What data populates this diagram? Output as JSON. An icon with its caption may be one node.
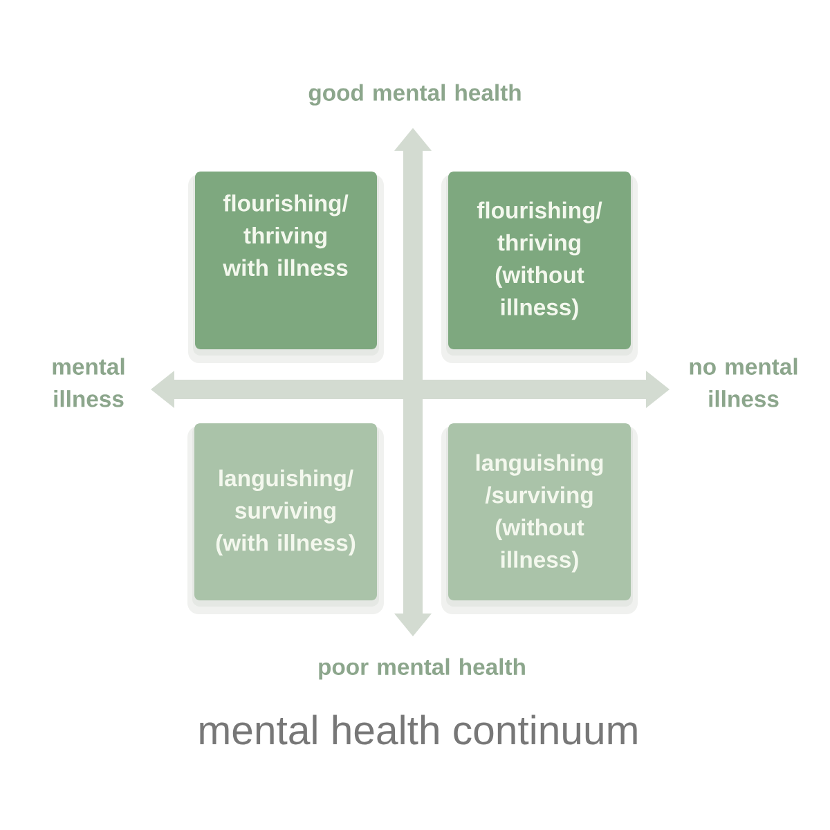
{
  "diagram": {
    "caption": "mental health continuum",
    "nodes": [
      {
        "text": [
          "flourishing/ thriving with illness"
        ]
      },
      {
        "text": [
          "flourishing/ thriving (without illness)"
        ]
      },
      {
        "text": [
          "languishing/ surviving (with illness)"
        ]
      },
      {
        "text": [
          "languishing /surviving (without illness)"
        ]
      }
    ],
    "labels": [
      "good mental health",
      "mental illness",
      "no mental illness",
      "poor mental health"
    ]
  }
}
